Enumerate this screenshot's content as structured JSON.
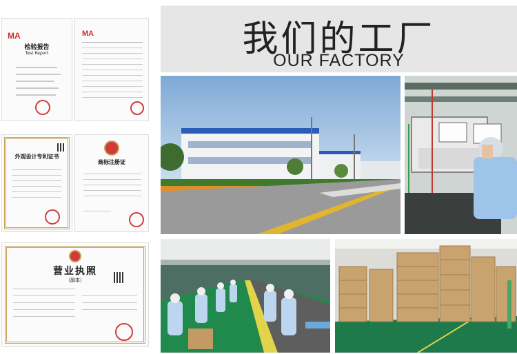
{
  "header": {
    "title_cn": "我们的工厂",
    "title_en": "OUR FACTORY"
  },
  "certificates": {
    "test_report": {
      "ma_label": "MA",
      "title": "检验报告",
      "subtitle": "Test Report"
    },
    "test_report_table": {
      "ma_label": "MA"
    },
    "design_patent": {
      "title": "外观设计专利证书"
    },
    "trademark": {
      "title": "商标注册证"
    },
    "business_license": {
      "title": "营业执照",
      "sub": "（副本）"
    }
  },
  "photos": [
    {
      "name": "factory-building-photo"
    },
    {
      "name": "workshop-worker-photo"
    },
    {
      "name": "assembly-line-photo"
    },
    {
      "name": "warehouse-boxes-photo"
    }
  ],
  "colors": {
    "header_bg": "#e6e6e6",
    "stamp": "#d23a3a",
    "sky": "#8fb6dd"
  }
}
